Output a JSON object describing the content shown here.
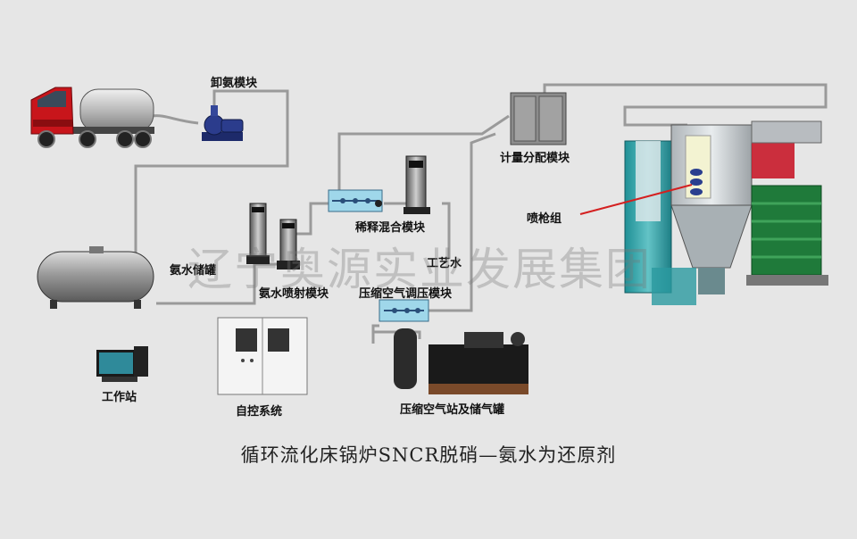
{
  "labels": {
    "unload_module": "卸氨模块",
    "storage_tank": "氨水储罐",
    "injection_module": "氨水喷射模块",
    "dilution_module": "稀释混合模块",
    "process_water": "工艺水",
    "air_regulation_module": "压缩空气调压模块",
    "metering_module": "计量分配模块",
    "nozzle_group": "喷枪组",
    "workstation": "工作站",
    "control_system": "自控系统",
    "air_station": "压缩空气站及储气罐"
  },
  "caption": "循环流化床锅炉SNCR脱硝—氨水为还原剂",
  "watermark": "辽宁奥源实业发展集团",
  "colors": {
    "background": "#e6e6e6",
    "pipe": "#9a9a9a",
    "pointer_line": "#d42020",
    "truck_cab": "#c8151b",
    "pump_blue": "#2b3c8c"
  }
}
